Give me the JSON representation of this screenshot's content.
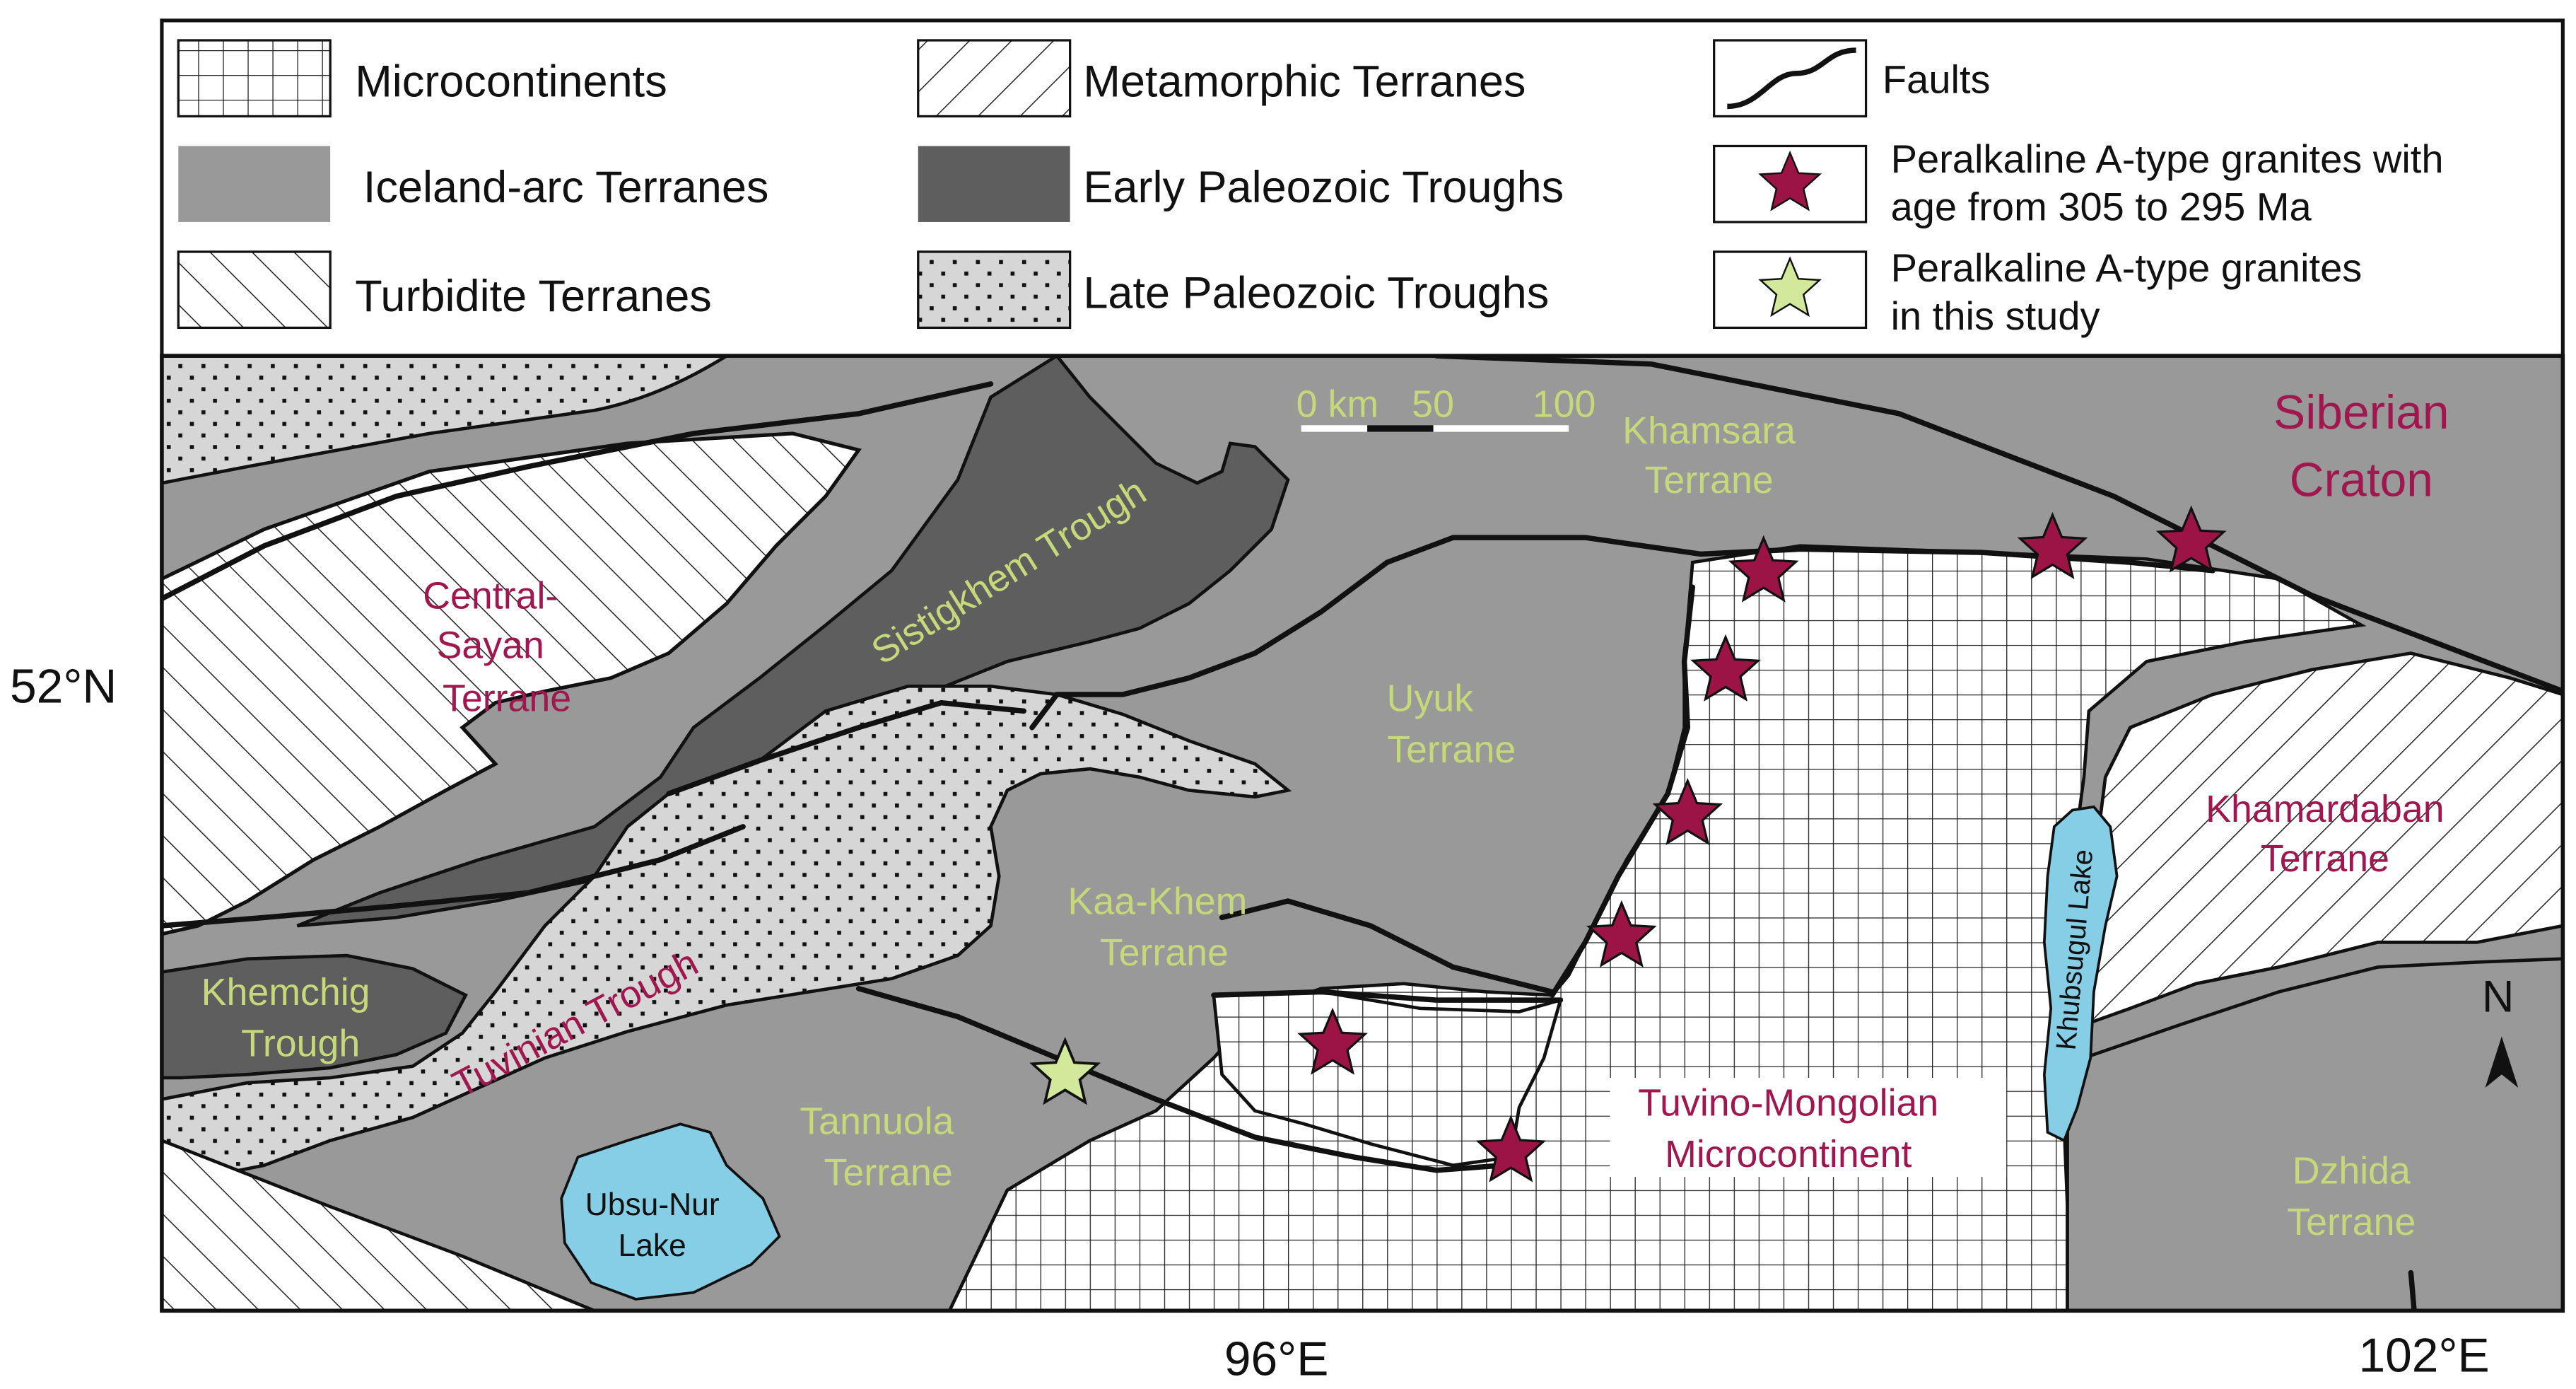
{
  "legend": {
    "items": [
      {
        "key": "microcontinents",
        "label": "Microcontinents"
      },
      {
        "key": "iceland_arc",
        "label": "Iceland-arc Terranes"
      },
      {
        "key": "turbidite",
        "label": "Turbidite Terranes"
      },
      {
        "key": "metamorphic",
        "label": "Metamorphic Terranes"
      },
      {
        "key": "early_paleozoic",
        "label": "Early Paleozoic Troughs"
      },
      {
        "key": "late_paleozoic",
        "label": "Late Paleozoic Troughs"
      },
      {
        "key": "faults",
        "label": "Faults"
      }
    ],
    "star_red": {
      "line1": "Peralkaline A-type granites with",
      "line2": "age from 305 to 295 Ma"
    },
    "star_green": {
      "line1": "Peralkaline A-type granites",
      "line2": "in this study"
    }
  },
  "map": {
    "labels": {
      "siberian_1": "Siberian",
      "siberian_2": "Craton",
      "khamsara_1": "Khamsara",
      "khamsara_2": "Terrane",
      "central_1": "Central-",
      "central_2": "Sayan",
      "central_3": "Terrane",
      "sistigkhem": "Sistigkhem Trough",
      "uyuk_1": "Uyuk",
      "uyuk_2": "Terrane",
      "kaa_1": "Kaa-Khem",
      "kaa_2": "Terrane",
      "khemchig_1": "Khemchig",
      "khemchig_2": "Trough",
      "tuvinian": "Tuvinian Trough",
      "tannuola_1": "Tannuola",
      "tannuola_2": "Terrane",
      "ubsu_1": "Ubsu-Nur",
      "ubsu_2": "Lake",
      "tuvino_1": "Tuvino-Mongolian",
      "tuvino_2": "Microcontinent",
      "khamardaban_1": "Khamardaban",
      "khamardaban_2": "Terrane",
      "khubsugul": "Khubsugul Lake",
      "dzhida_1": "Dzhida",
      "dzhida_2": "Terrane"
    },
    "scale": {
      "zero": "0 km",
      "mid": "50",
      "max": "100"
    },
    "north": "N",
    "coords": {
      "lat": "52°N",
      "lon1": "96°E",
      "lon2": "102°E"
    }
  },
  "colors": {
    "gray": "#999999",
    "dark_gray": "#5e5e5e",
    "stipple_bg": "#d6d6d6",
    "lake": "#86cde6",
    "red_label": "#a01750",
    "green_label": "#c5d97b",
    "star_red": "#9c1445",
    "star_green": "#d2e89a"
  },
  "icons": {
    "star_red": "star-icon",
    "star_green": "star-icon",
    "north_arrow": "north-arrow-icon"
  }
}
